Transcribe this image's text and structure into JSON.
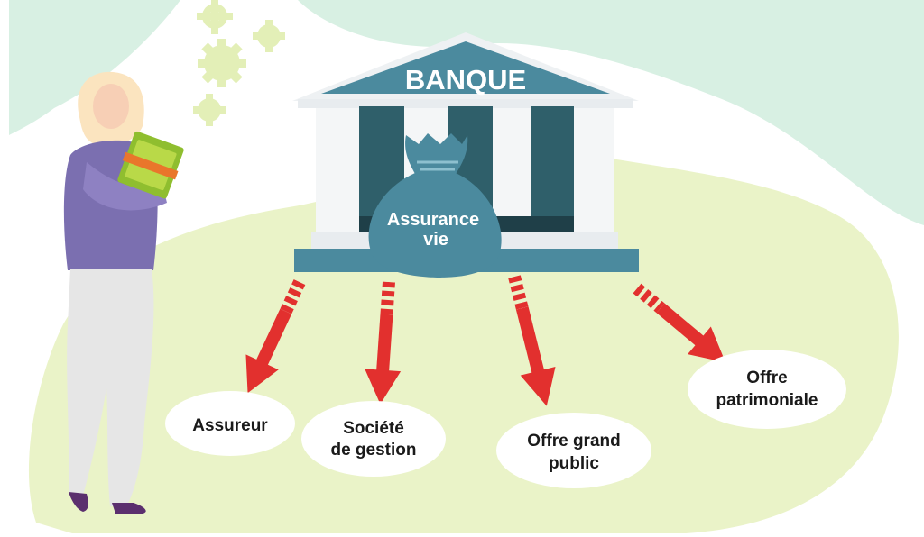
{
  "bank": {
    "title": "BANQUE"
  },
  "center": {
    "line1": "Assurance",
    "line2": "vie"
  },
  "outputs": [
    {
      "line1": "Assureur"
    },
    {
      "line1": "Société",
      "line2": "de gestion"
    },
    {
      "line1": "Offre grand",
      "line2": "public"
    },
    {
      "line1": "Offre",
      "line2": "patrimoniale"
    }
  ],
  "colors": {
    "arrow": "#e2302e",
    "pediment": "#4b8a9e",
    "pillar-dark": "#2f5f6a",
    "bag": "#4b8a9e",
    "bg-green": "#eaf3c8",
    "bg-mint": "#d8f0e3",
    "gear": "#e3efb7"
  },
  "icons": [
    "gear-icon",
    "banknotes-icon",
    "money-bag-icon"
  ]
}
